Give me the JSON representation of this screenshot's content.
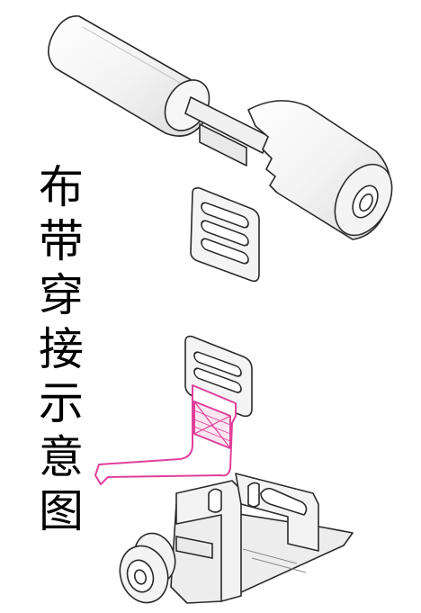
{
  "caption": {
    "chars": [
      "布",
      "带",
      "穿",
      "接",
      "示",
      "意",
      "图"
    ]
  },
  "colors": {
    "line": "#2a2a2a",
    "fill_light": "#f4f4f4",
    "fill_mid": "#e6e6e6",
    "strap": "#e0409a"
  },
  "icons": [
    "roller",
    "buckle",
    "clamp-bracket",
    "knob"
  ]
}
